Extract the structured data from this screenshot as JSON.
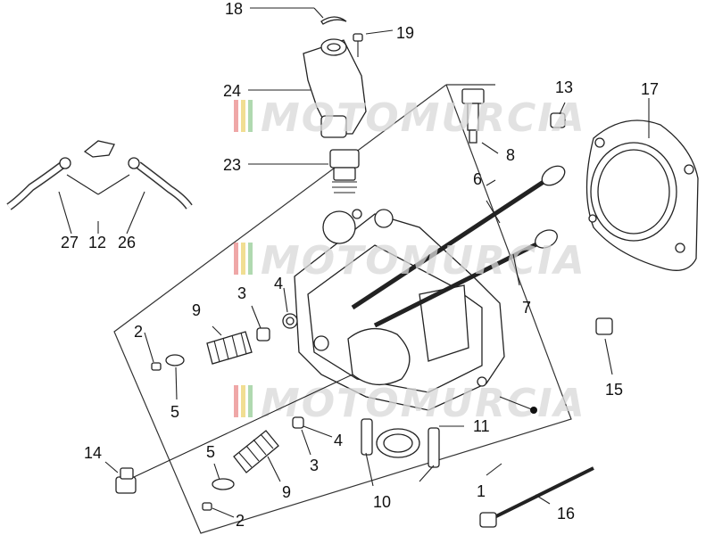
{
  "callouts": {
    "c1": "1",
    "c2a": "2",
    "c2b": "2",
    "c3a": "3",
    "c3b": "3",
    "c4a": "4",
    "c4b": "4",
    "c5a": "5",
    "c5b": "5",
    "c6": "6",
    "c7": "7",
    "c8": "8",
    "c9a": "9",
    "c9b": "9",
    "c10": "10",
    "c11": "11",
    "c12": "12",
    "c13": "13",
    "c14": "14",
    "c15": "15",
    "c16": "16",
    "c17": "17",
    "c18": "18",
    "c19": "19",
    "c23": "23",
    "c24": "24",
    "c26": "26",
    "c27": "27"
  },
  "watermark": {
    "text": "MOTOMURCIA",
    "colors": [
      "#e46d6d",
      "#e8c84a",
      "#7cc07c"
    ]
  }
}
